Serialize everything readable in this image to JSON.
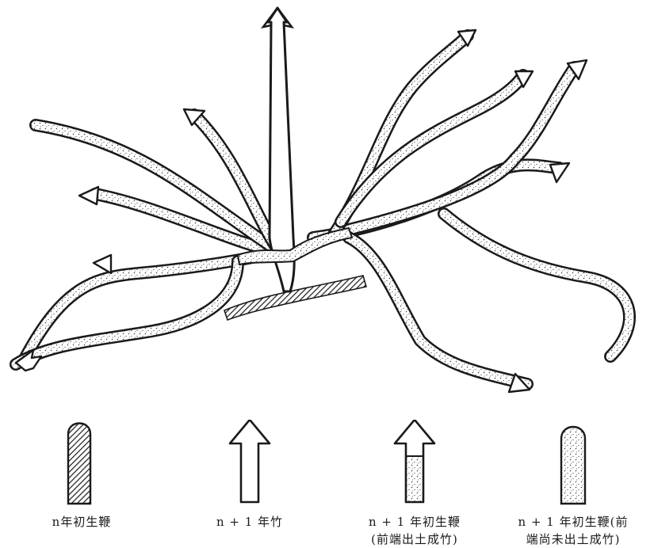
{
  "legend": [
    {
      "symbol": "hatched-rhizome",
      "line1": "n年初生鞭",
      "line2": ""
    },
    {
      "symbol": "open-arrow",
      "line1": "n + 1 年竹",
      "line2": ""
    },
    {
      "symbol": "arrow-over-dotted",
      "line1": "n + 1 年初生鞭",
      "line2": "(前端出土成竹)"
    },
    {
      "symbol": "dotted-rhizome",
      "line1": "n + 1 年初生鞭(前",
      "line2": "端尚未出土成竹)"
    }
  ],
  "colors": {
    "ink": "#1a1a1a",
    "paper": "#ffffff",
    "stipple": "#3a3a3a"
  }
}
